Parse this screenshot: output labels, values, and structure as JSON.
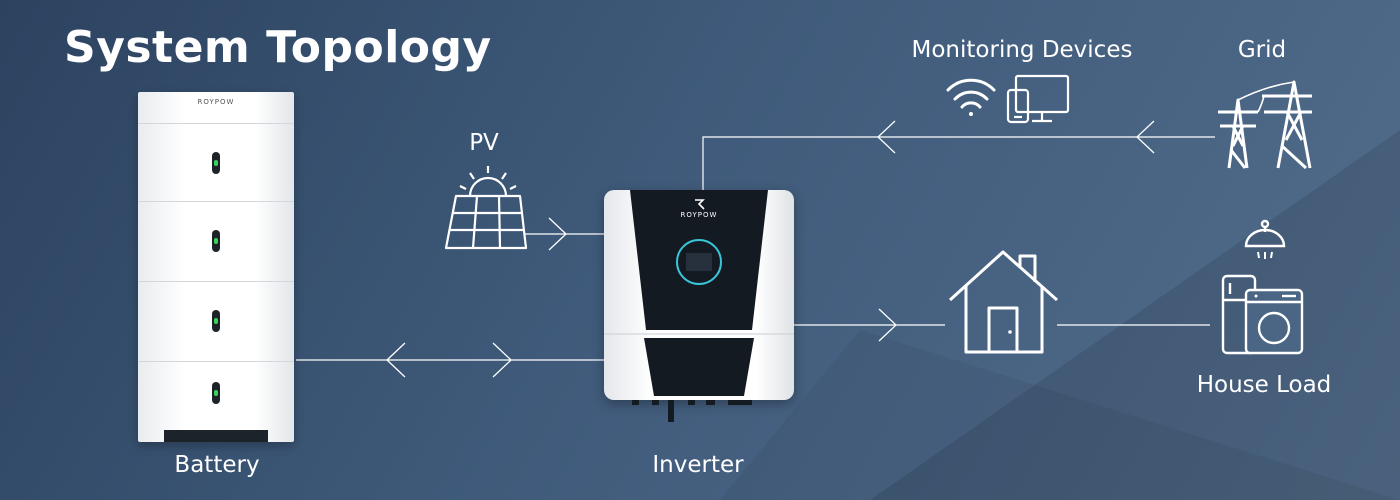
{
  "title": "System Topology",
  "nodes": {
    "battery": "Battery",
    "inverter": "Inverter",
    "pv": "PV",
    "monitoring": "Monitoring Devices",
    "grid": "Grid",
    "house_load": "House Load"
  },
  "brand": "ROYPOW",
  "colors": {
    "background": "#3f5a7a",
    "line": "#ffffff",
    "inverter_screen_ring": "#39c5d8",
    "battery_led": "#38d35a"
  },
  "icons": [
    "solar-panel-icon",
    "wifi-icon",
    "phone-icon",
    "monitor-icon",
    "transmission-tower-icon",
    "house-icon",
    "ceiling-lamp-icon",
    "fridge-icon",
    "washing-machine-icon"
  ]
}
